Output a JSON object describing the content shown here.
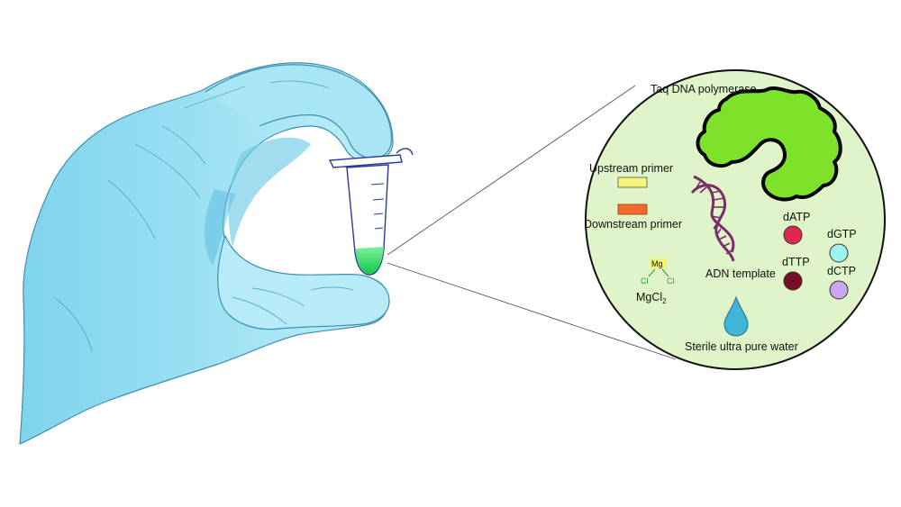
{
  "labels": {
    "polymerase": "Taq DNA polymerase",
    "upstream_primer": "Upstream primer",
    "downstream_primer": "Downstream primer",
    "template": "ADN template",
    "datp": "dATP",
    "dgtp": "dGTP",
    "dttp": "dTTP",
    "dctp": "dCTP",
    "mgcl2": "MgCl",
    "mgcl2_subscript": "2",
    "mg_atom": "Mg",
    "cl_atom": "Cl",
    "water": "Sterile ultra pure water"
  },
  "colors": {
    "glove": "#8fdcf0",
    "glove_light": "#c9f0fa",
    "glove_outline": "#3f8fb0",
    "circle_fill": "#dff5c9",
    "polymerase": "#7fe22a",
    "upstream_primer": "#f5f57a",
    "downstream_primer": "#f26b2b",
    "dna": "#7b2d6b",
    "datp": "#e0284f",
    "dgtp": "#9ff0f0",
    "dttp": "#7a0f2a",
    "dctp": "#c9a6ee",
    "water_drop": "#3fb6d8",
    "tube_liquid": "#22dd55",
    "mg_highlight": "#f5f56a",
    "chlorine": "#2aa02a"
  },
  "icons": [
    "glove-hand-icon",
    "pcr-tube-icon",
    "polymerase-blob-icon",
    "dna-helix-icon",
    "water-drop-icon"
  ]
}
